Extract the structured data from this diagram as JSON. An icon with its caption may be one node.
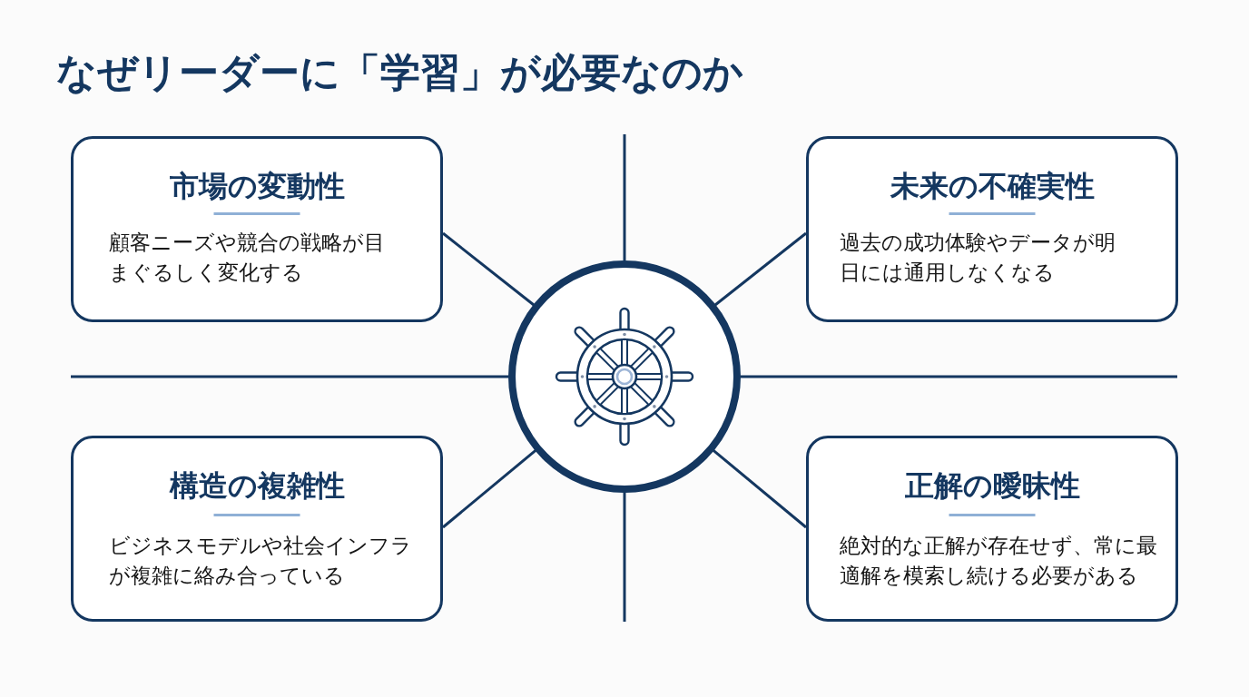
{
  "diagram": {
    "title": "なぜリーダーに「学習」が必要なのか",
    "nodes": [
      {
        "text": [
          "市場の変動性",
          "顧客ニーズや競合の戦略が目まぐるしく変化する"
        ]
      },
      {
        "text": [
          "未来の不確実性",
          "過去の成功体験やデータが明日には通用しなくなる"
        ]
      },
      {
        "text": [],
        "shape": "circle"
      },
      {
        "text": [
          "構造の複雑性",
          "ビジネスモデルや社会インフラが複雑に絡み合っている"
        ]
      },
      {
        "text": [
          "正解の曖昧性",
          "絶対的な正解が存在せず、常に最適解を模索し続ける必要がある"
        ]
      }
    ],
    "edges": [
      {
        "from": 2,
        "to": 0,
        "arrow": "none"
      },
      {
        "from": 2,
        "to": 1,
        "arrow": "none"
      },
      {
        "from": 2,
        "to": 3,
        "arrow": "none"
      },
      {
        "from": 2,
        "to": 4,
        "arrow": "none"
      }
    ]
  }
}
